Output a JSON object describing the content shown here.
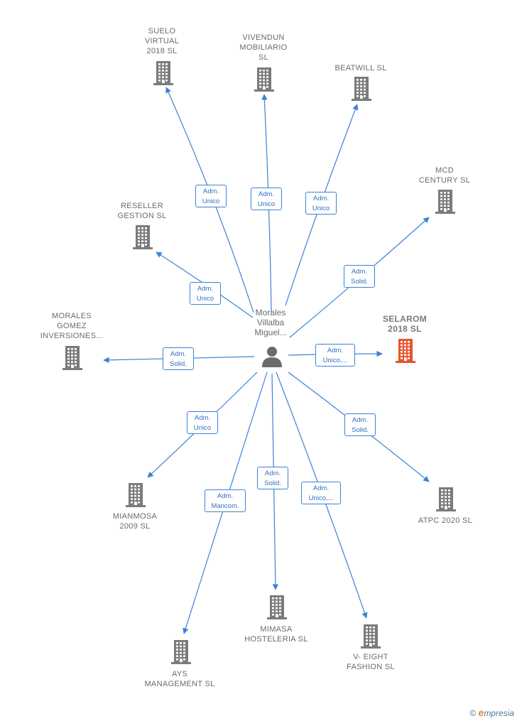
{
  "center": {
    "name_lines": [
      "Morales",
      "Villalba",
      "Miguel..."
    ]
  },
  "colors": {
    "edge": "#3b82d6",
    "building": "#7b7b7b",
    "highlight": "#e8552b",
    "person": "#6b6b6b"
  },
  "companies": [
    {
      "id": "suelo-virtual",
      "lines": [
        "SUELO",
        "VIRTUAL",
        "2018  SL"
      ],
      "role_lines": [
        "Adm.",
        "Unico"
      ]
    },
    {
      "id": "vivendun",
      "lines": [
        "VIVENDUN",
        "MOBILIARIO",
        "SL"
      ],
      "role_lines": [
        "Adm.",
        "Unico"
      ]
    },
    {
      "id": "beatwill",
      "lines": [
        "BEATWILL  SL"
      ],
      "role_lines": [
        "Adm.",
        "Unico"
      ]
    },
    {
      "id": "mcd-century",
      "lines": [
        "MCD",
        "CENTURY  SL"
      ],
      "role_lines": [
        "Adm.",
        "Solid."
      ]
    },
    {
      "id": "reseller-gestion",
      "lines": [
        "RESELLER",
        "GESTION  SL"
      ],
      "role_lines": [
        "Adm.",
        "Unico"
      ]
    },
    {
      "id": "morales-gomez",
      "lines": [
        "MORALES",
        "GOMEZ",
        "INVERSIONES..."
      ],
      "role_lines": [
        "Adm.",
        "Solid."
      ]
    },
    {
      "id": "selarom",
      "lines": [
        "SELAROM",
        "2018  SL"
      ],
      "role_lines": [
        "Adm.",
        "Unico,..."
      ],
      "highlight": true
    },
    {
      "id": "mianmosa",
      "lines": [
        "MIANMOSA",
        "2009 SL"
      ],
      "role_lines": [
        "Adm.",
        "Unico"
      ]
    },
    {
      "id": "atpc",
      "lines": [
        "ATPC 2020  SL"
      ],
      "role_lines": [
        "Adm.",
        "Solid."
      ]
    },
    {
      "id": "ays",
      "lines": [
        "AYS",
        "MANAGEMENT SL"
      ],
      "role_lines": [
        "Adm.",
        "Mancom."
      ]
    },
    {
      "id": "mimasa",
      "lines": [
        "MIMASA",
        "HOSTELERIA SL"
      ],
      "role_lines": [
        "Adm.",
        "Solid."
      ]
    },
    {
      "id": "v-eight",
      "lines": [
        "V- EIGHT",
        "FASHION  SL"
      ],
      "role_lines": [
        "Adm.",
        "Unico,..."
      ]
    }
  ],
  "footer": {
    "copyright": "©",
    "brand_first": "e",
    "brand_rest": "mpresia"
  }
}
